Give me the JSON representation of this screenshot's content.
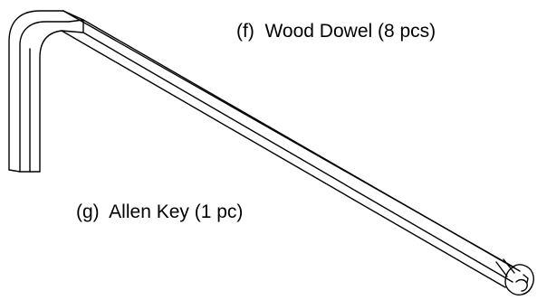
{
  "labels": {
    "wood_dowel": "(f)  Wood Dowel (8 pcs)",
    "allen_key": "(g)  Allen Key (1 pc)"
  },
  "colors": {
    "line": "#000000",
    "background": "#ffffff"
  },
  "parts": [
    {
      "name": "wood-dowel-label",
      "icon": "wood-dowel"
    },
    {
      "name": "allen-key-illustration",
      "icon": "allen-key-icon"
    }
  ]
}
